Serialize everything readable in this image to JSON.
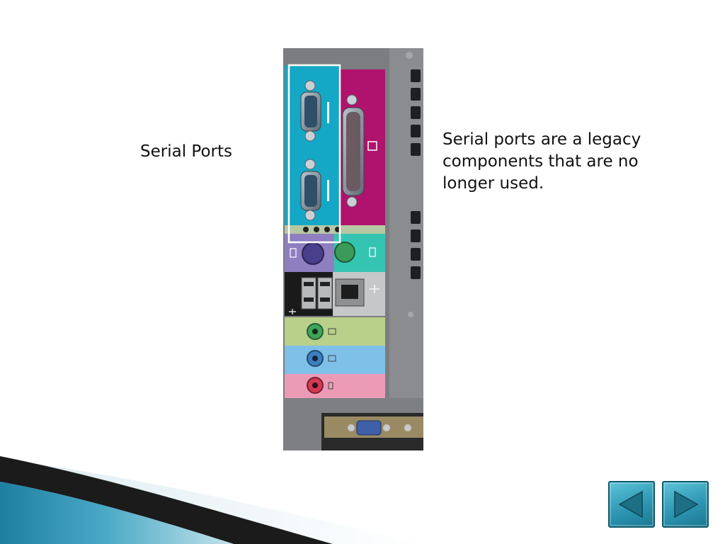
{
  "slide": {
    "label": "Serial Ports",
    "description": "Serial ports are a legacy components that are no longer used."
  },
  "photo": {
    "subject": "computer rear I/O panel",
    "highlight": "serial-ports"
  },
  "navigation": {
    "previous_icon": "triangle-left-icon",
    "next_icon": "triangle-right-icon"
  },
  "colors": {
    "swoosh_dark": "#1a1a1a",
    "swoosh_blue": "#2a93b5",
    "button_face": "#3aa9c4",
    "serial_panel": "#14a8c6",
    "parallel_panel": "#b0136e"
  }
}
